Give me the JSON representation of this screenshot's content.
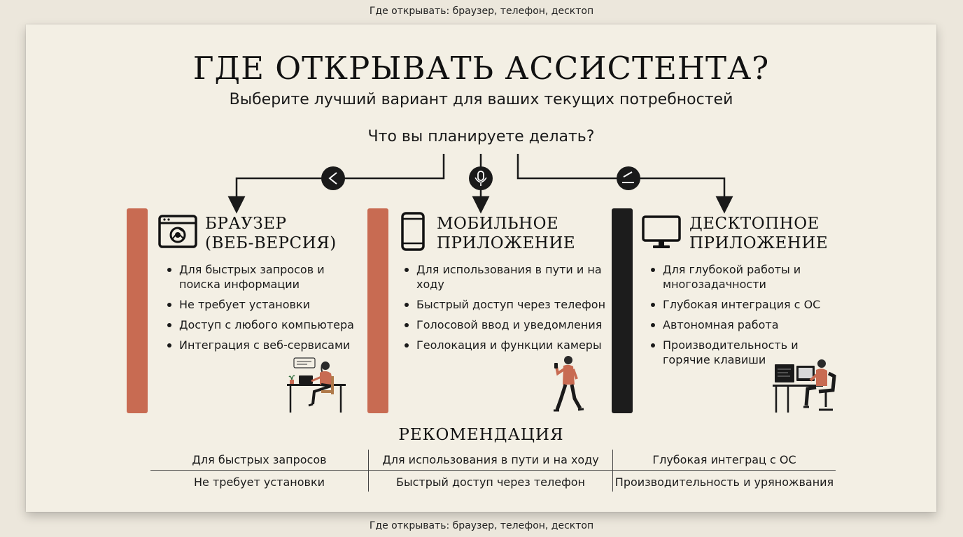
{
  "caption": "Где открывать: браузер, телефон, десктоп",
  "title": "ГДЕ ОТКРЫВАТЬ АССИСТЕНТА?",
  "subtitle": "Выберите лучший вариант для ваших текущих потребностей",
  "question": "Что вы планируете делать?",
  "colors": {
    "orange": "#c86b52",
    "dark": "#1c1c1c",
    "background": "#f3efe4"
  },
  "columns": [
    {
      "icon": "browser-window-icon",
      "title_line1": "БРАУЗЕР",
      "title_line2": "(ВЕБ-ВЕРСИЯ)",
      "bullets": [
        "Для быстрых запросов и поиска информации",
        "Не требует установки",
        "Доступ с любого компьютера",
        "Интеграция с веб-сервисами"
      ],
      "illustration": "woman-at-laptop-illustration"
    },
    {
      "icon": "smartphone-icon",
      "title_line1": "МОБИЛЬНОЕ",
      "title_line2": "ПРИЛОЖЕНИЕ",
      "bullets": [
        "Для использования в пути и на ходу",
        "Быстрый доступ через телефон",
        "Голосовой ввод и уведомления",
        "Геолокация и функции камеры"
      ],
      "illustration": "man-walking-with-phone-illustration"
    },
    {
      "icon": "desktop-monitor-icon",
      "title_line1": "ДЕСКТОПНОЕ",
      "title_line2": "ПРИЛОЖЕНИЕ",
      "bullets": [
        "Для глубокой работы и многозадачности",
        "Глубокая интеграция с ОС",
        "Автономная работа",
        "Производительность и горячие клавиши"
      ],
      "illustration": "man-at-desktop-illustration"
    }
  ],
  "recommendation": {
    "title": "РЕКОМЕНДАЦИЯ",
    "rows": [
      [
        "Для быстрых запросов",
        "Для использования в пути и на ходу",
        "Глубокая интеграц с ОС"
      ],
      [
        "Не требует установки",
        "Быстрый доступ через телефон",
        "Производительность и уряножвания"
      ]
    ]
  }
}
